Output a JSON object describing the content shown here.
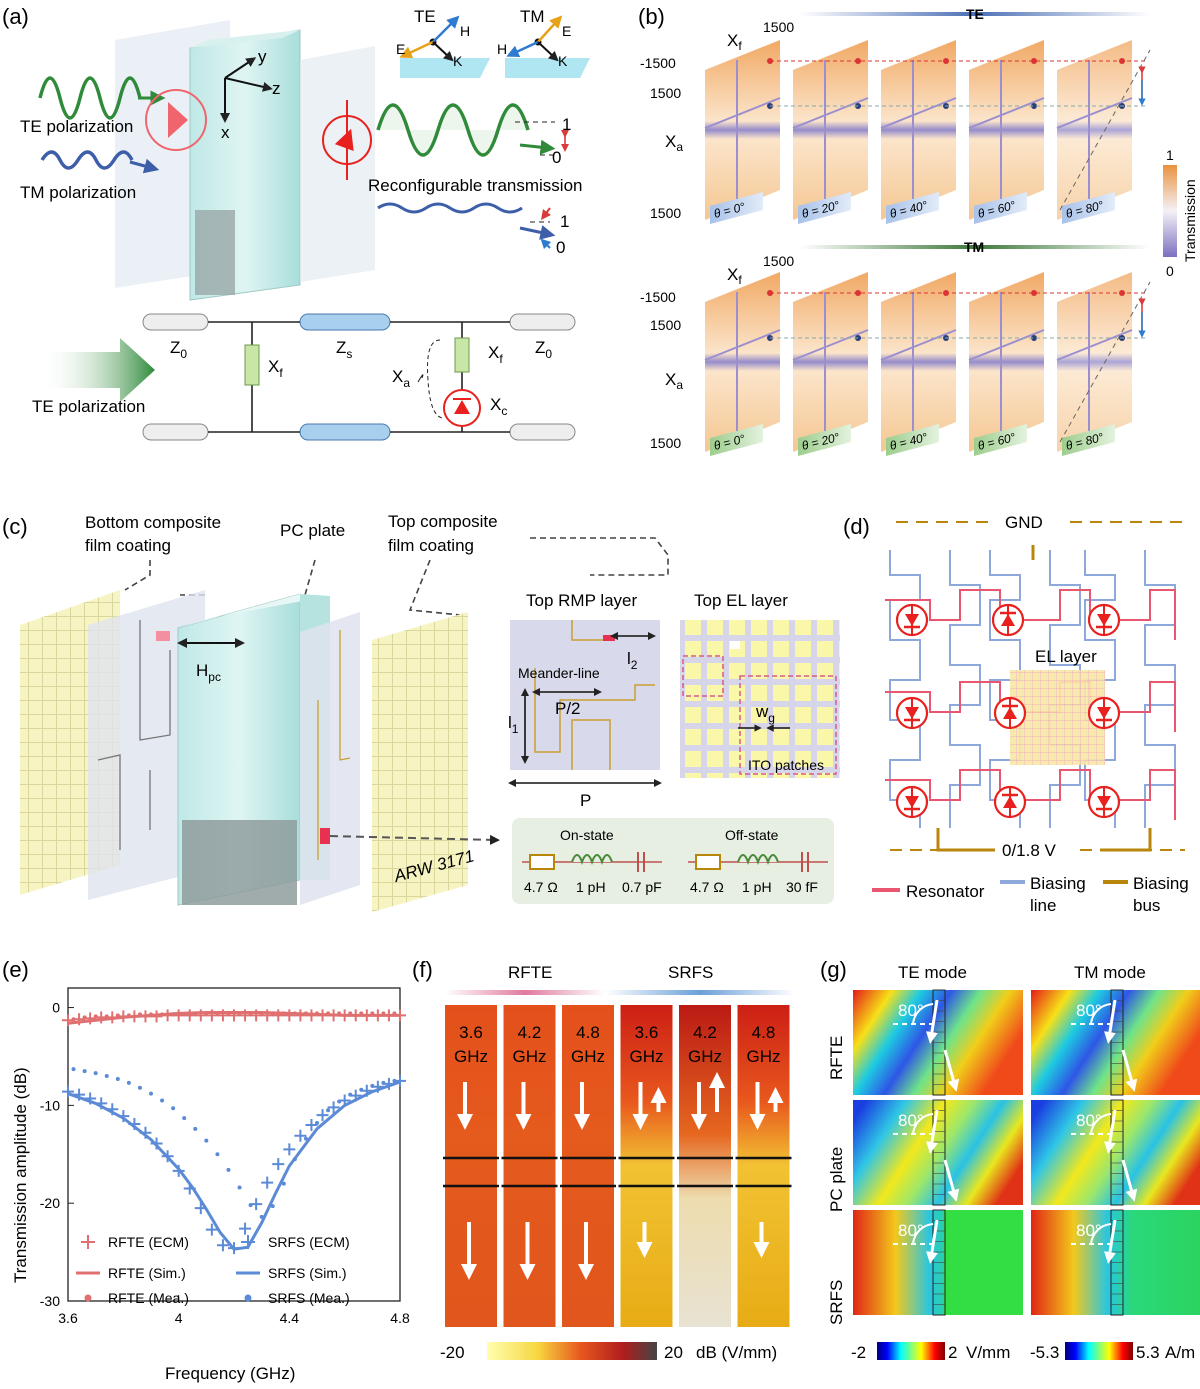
{
  "panels": {
    "a": "(a)",
    "b": "(b)",
    "c": "(c)",
    "d": "(d)",
    "e": "(e)",
    "f": "(f)",
    "g": "(g)"
  },
  "a": {
    "te_pol": "TE polarization",
    "tm_pol": "TM polarization",
    "axis_y": "y",
    "axis_z": "z",
    "axis_x": "x",
    "te_box": "TE",
    "tm_box": "TM",
    "vec_h": "H",
    "vec_e": "E",
    "vec_k": "K",
    "reconf": "Reconfigurable transmission",
    "lvl_1": "1",
    "lvl_0": "0",
    "z0": "Z",
    "z0_sub": "0",
    "zs": "Z",
    "zs_sub": "s",
    "xf": "X",
    "xf_sub": "f",
    "xa": "X",
    "xa_sub": "a",
    "xc": "X",
    "xc_sub": "c",
    "te_pol2": "TE polarization"
  },
  "b": {
    "te_title": "TE",
    "tm_title": "TM",
    "xf": "X",
    "xf_sub": "f",
    "xa": "X",
    "xa_sub": "a",
    "v_top": "1500",
    "v_mid1": "-1500",
    "v_mid2": "1500",
    "v_bot": "1500",
    "angles": [
      "θ = 0°",
      "θ = 20°",
      "θ = 40°",
      "θ = 60°",
      "θ = 80°"
    ],
    "cbar_max": "1",
    "cbar_min": "0",
    "cbar_label": "Transmission",
    "colors": {
      "orange": "#f0a860",
      "purple": "#7d6fc0",
      "te_bar": "#4b6fb5",
      "tm_bar": "#3d7a3a"
    }
  },
  "c": {
    "bottom_coat": "Bottom composite",
    "bottom_coat2": "film coating",
    "pc_plate": "PC plate",
    "top_coat": "Top composite",
    "top_coat2": "film coating",
    "top_rmp": "Top RMP layer",
    "top_el": "Top EL layer",
    "meander": "Meander-line",
    "l2": "l",
    "l2_sub": "2",
    "p_half": "P/2",
    "l1": "l",
    "l1_sub": "1",
    "p": "P",
    "wg": "w",
    "wg_sub": "g",
    "ito": "ITO patches",
    "hpc": "H",
    "hpc_sub": "pc",
    "arw": "ARW 3171",
    "on_state": "On-state",
    "off_state": "Off-state",
    "on_vals": [
      "4.7 Ω",
      "1 pH",
      "0.7 pF"
    ],
    "off_vals": [
      "4.7 Ω",
      "1 pH",
      "30 fF"
    ]
  },
  "d": {
    "gnd": "GND",
    "el_layer": "EL layer",
    "bias_v": "0/1.8 V",
    "legend": [
      "Resonator",
      "Biasing",
      "line",
      "Biasing",
      "bus"
    ],
    "colors": {
      "resonator": "#e9566f",
      "biasing_line": "#8fa8dc",
      "biasing_bus": "#b8860b",
      "diode": "#e8201e"
    }
  },
  "e": {
    "ylabel": "Transmission amplitude (dB)",
    "xlabel": "Frequency (GHz)",
    "legend": [
      "RFTE (ECM)",
      "RFTE (Sim.)",
      "RFTE (Mea.)",
      "SRFS (ECM)",
      "SRFS (Sim.)",
      "SRFS (Mea.)"
    ]
  },
  "f": {
    "rfte": "RFTE",
    "srfs": "SRFS",
    "freqs": [
      "3.6",
      "4.2",
      "4.8",
      "3.6",
      "4.2",
      "4.8"
    ],
    "ghz": "GHz",
    "cbar_min": "-20",
    "cbar_max": "20",
    "cbar_unit": "dB (V/mm)"
  },
  "g": {
    "te_mode": "TE mode",
    "tm_mode": "TM mode",
    "rows": [
      "RFTE",
      "PC plate",
      "SRFS"
    ],
    "angle": "80°",
    "te_min": "-2",
    "te_max": "2",
    "te_unit": "V/mm",
    "tm_min": "-5.3",
    "tm_max": "5.3",
    "tm_unit": "A/m"
  },
  "chart_data": {
    "type": "line",
    "xlabel": "Frequency (GHz)",
    "ylabel": "Transmission amplitude (dB)",
    "xlim": [
      3.6,
      4.8
    ],
    "ylim": [
      -30,
      2
    ],
    "xticks": [
      3.6,
      4,
      4.4,
      4.8
    ],
    "yticks": [
      0,
      -10,
      -20,
      -30
    ],
    "series": [
      {
        "name": "RFTE (ECM)",
        "marker": "plus",
        "color": "#e07070",
        "x": [
          3.6,
          3.64,
          3.68,
          3.72,
          3.76,
          3.8,
          3.84,
          3.88,
          3.92,
          3.96,
          4.0,
          4.04,
          4.08,
          4.12,
          4.16,
          4.2,
          4.24,
          4.28,
          4.32,
          4.36,
          4.4,
          4.44,
          4.48,
          4.52,
          4.56,
          4.6,
          4.64,
          4.68,
          4.72,
          4.76,
          4.8
        ],
        "y": [
          -1.3,
          -1.2,
          -1.1,
          -1.0,
          -1.0,
          -0.9,
          -0.9,
          -0.9,
          -0.9,
          -0.8,
          -0.8,
          -0.8,
          -0.8,
          -0.8,
          -0.8,
          -0.8,
          -0.8,
          -0.8,
          -0.8,
          -0.8,
          -0.8,
          -0.8,
          -0.8,
          -0.8,
          -0.8,
          -0.8,
          -0.8,
          -0.8,
          -0.8,
          -0.8,
          -0.8
        ]
      },
      {
        "name": "RFTE (Sim.)",
        "marker": "line",
        "color": "#e07070",
        "x": [
          3.6,
          3.7,
          3.8,
          3.9,
          4.0,
          4.1,
          4.2,
          4.3,
          4.4,
          4.5,
          4.6,
          4.7,
          4.8
        ],
        "y": [
          -1.6,
          -1.3,
          -1.0,
          -0.8,
          -0.6,
          -0.5,
          -0.5,
          -0.5,
          -0.6,
          -0.7,
          -0.8,
          -0.8,
          -0.8
        ]
      },
      {
        "name": "RFTE (Mea.)",
        "marker": "dot",
        "color": "#e07070",
        "x": [
          3.62,
          3.66,
          3.7,
          3.74,
          3.78,
          3.82,
          3.86,
          3.9,
          3.94,
          3.98,
          4.02,
          4.06,
          4.1,
          4.14,
          4.18,
          4.22,
          4.26,
          4.3,
          4.34,
          4.38,
          4.42,
          4.46,
          4.5,
          4.54,
          4.58,
          4.62,
          4.66,
          4.7,
          4.74,
          4.78
        ],
        "y": [
          -1.2,
          -1.0,
          -0.9,
          -0.9,
          -0.8,
          -0.8,
          -0.7,
          -0.7,
          -0.7,
          -0.7,
          -0.7,
          -0.6,
          -0.6,
          -0.6,
          -0.6,
          -0.6,
          -0.6,
          -0.6,
          -0.6,
          -0.6,
          -0.6,
          -0.6,
          -0.6,
          -0.6,
          -0.6,
          -0.6,
          -0.6,
          -0.6,
          -0.6,
          -0.6
        ]
      },
      {
        "name": "SRFS (ECM)",
        "marker": "plus",
        "color": "#5b8ad6",
        "x": [
          3.6,
          3.64,
          3.68,
          3.72,
          3.76,
          3.8,
          3.84,
          3.88,
          3.92,
          3.96,
          4.0,
          4.04,
          4.08,
          4.12,
          4.16,
          4.2,
          4.24,
          4.28,
          4.32,
          4.36,
          4.4,
          4.44,
          4.48,
          4.52,
          4.56,
          4.6,
          4.64,
          4.68,
          4.72,
          4.76,
          4.8
        ],
        "y": [
          -8.6,
          -8.9,
          -9.3,
          -9.8,
          -10.4,
          -11.1,
          -11.9,
          -12.8,
          -13.9,
          -15.2,
          -16.7,
          -18.5,
          -20.5,
          -22.7,
          -24.3,
          -24.6,
          -22.6,
          -20.1,
          -17.9,
          -16.0,
          -14.5,
          -13.1,
          -12.0,
          -11.0,
          -10.2,
          -9.5,
          -9.0,
          -8.5,
          -8.1,
          -7.8,
          -7.5
        ]
      },
      {
        "name": "SRFS (Sim.)",
        "marker": "line",
        "color": "#5b8ad6",
        "x": [
          3.6,
          3.7,
          3.8,
          3.9,
          4.0,
          4.05,
          4.1,
          4.15,
          4.2,
          4.25,
          4.3,
          4.35,
          4.4,
          4.5,
          4.6,
          4.7,
          4.8
        ],
        "y": [
          -8.8,
          -9.8,
          -11.3,
          -13.5,
          -16.5,
          -18.4,
          -20.6,
          -23.0,
          -24.7,
          -24.5,
          -22.0,
          -19.0,
          -16.2,
          -12.4,
          -10.0,
          -8.6,
          -7.6
        ]
      },
      {
        "name": "SRFS (Mea.)",
        "marker": "dot",
        "color": "#5b8ad6",
        "x": [
          3.62,
          3.66,
          3.7,
          3.74,
          3.78,
          3.82,
          3.86,
          3.9,
          3.94,
          3.98,
          4.02,
          4.06,
          4.1,
          4.14,
          4.18,
          4.22,
          4.26,
          4.3,
          4.34,
          4.38,
          4.42,
          4.46,
          4.5,
          4.54,
          4.58,
          4.62,
          4.66,
          4.7,
          4.74,
          4.78
        ],
        "y": [
          -6.3,
          -6.5,
          -6.7,
          -7.0,
          -7.3,
          -7.7,
          -8.2,
          -8.8,
          -9.5,
          -10.3,
          -11.3,
          -12.4,
          -13.6,
          -15.0,
          -16.6,
          -18.4,
          -20.2,
          -21.4,
          -20.3,
          -18.0,
          -15.5,
          -13.4,
          -11.8,
          -10.5,
          -9.6,
          -8.9,
          -8.4,
          -8.0,
          -7.7,
          -7.5
        ]
      }
    ]
  }
}
